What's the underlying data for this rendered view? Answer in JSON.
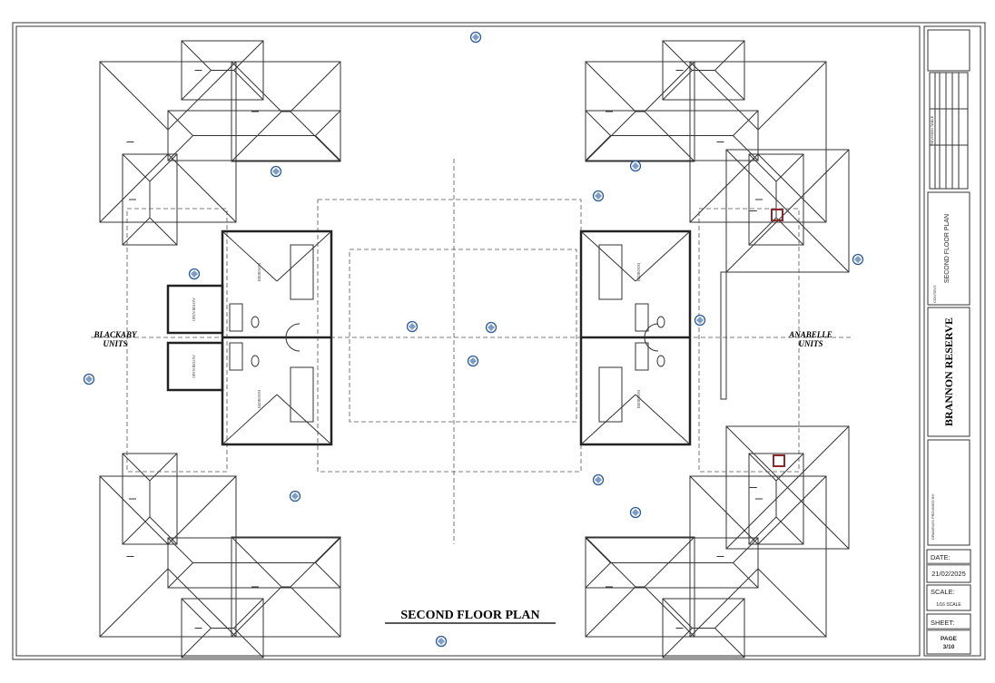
{
  "drawing": {
    "title": "SECOND FLOOR PLAN",
    "left_building_label": [
      "BLACKABY",
      "UNITS"
    ],
    "right_building_label": [
      "ANABELLE",
      "UNITS"
    ],
    "room_labels": {
      "bedroom": "BEDROOM",
      "open_below": "OPEN BELOW"
    }
  },
  "title_block": {
    "revision_table_label": "REVISION TABLE",
    "content_label": "CONTENT:",
    "content_value": "SECOND FLOOR PLAN",
    "project_name": "BRANNON RESERVE",
    "drawings_provided_by_label": "DRAWINGS PROVIDED BY:",
    "date_label": "DATE:",
    "date_value": "21/02/2025",
    "scale_label": "SCALE:",
    "scale_value": "1/16 SCALE",
    "sheet_label": "SHEET:",
    "sheet_value_line1": "PAGE",
    "sheet_value_line2": "3/10"
  },
  "colors": {
    "grid_marker": "#2a5a9a",
    "skylight": "#8b2a2a",
    "line": "#333333"
  }
}
